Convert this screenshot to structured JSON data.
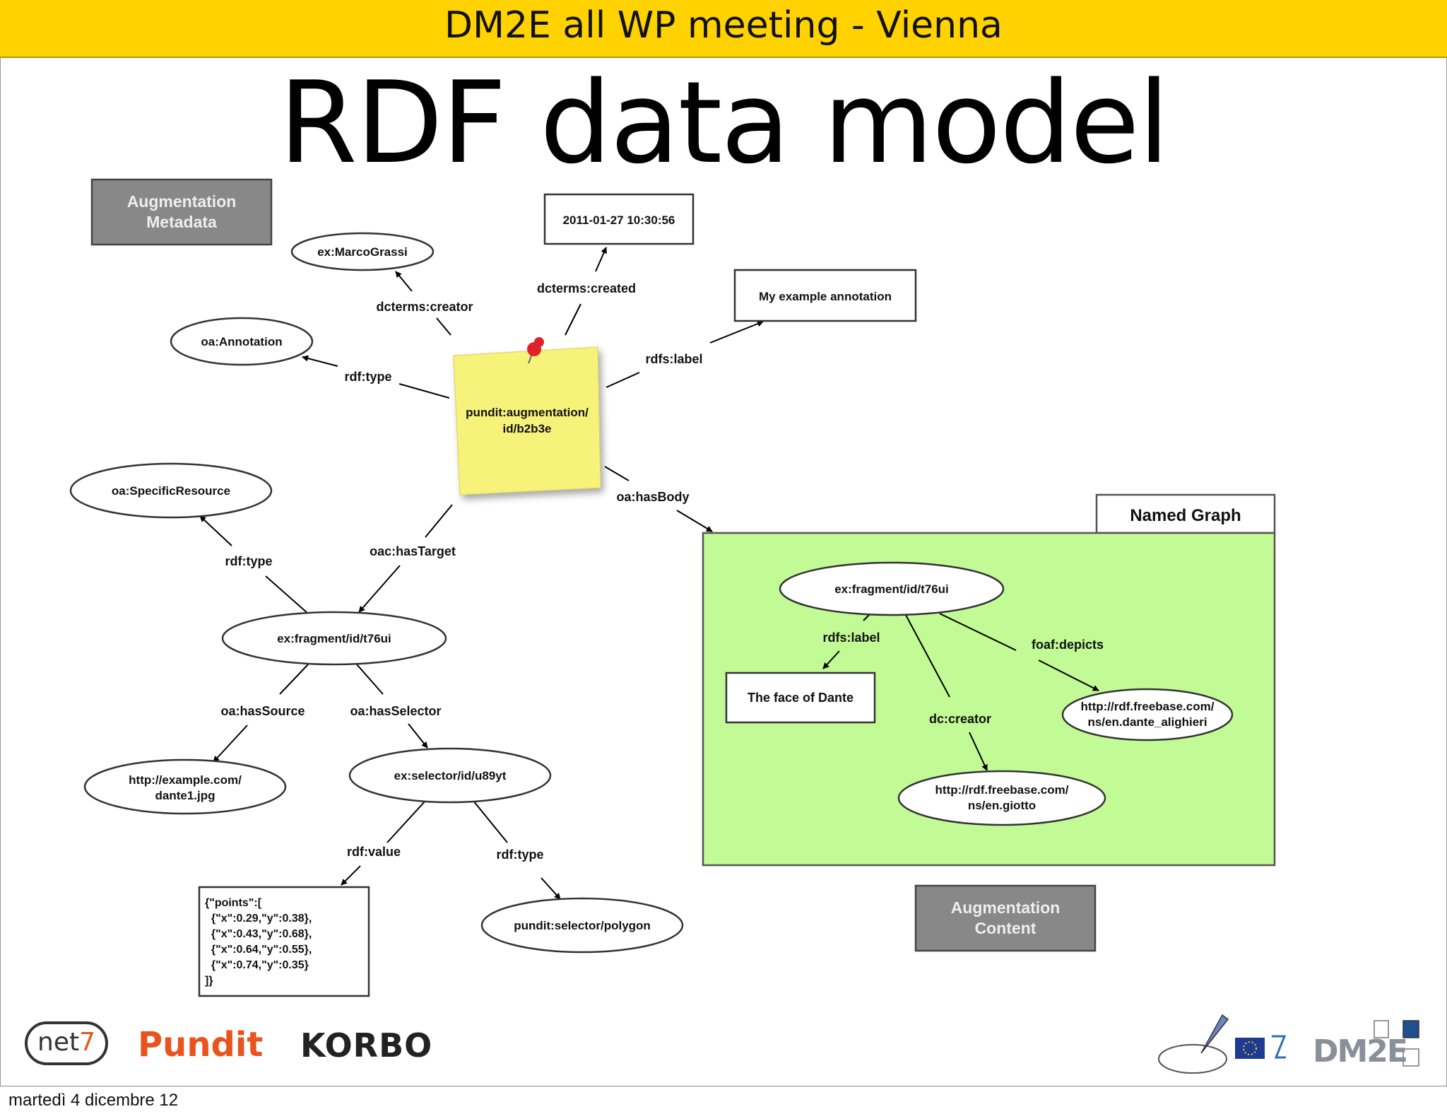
{
  "header": {
    "banner": "DM2E all WP meeting - Vienna",
    "title": "RDF data model"
  },
  "diagram": {
    "nodes": {
      "aug_meta": "Augmentation\nMetadata",
      "aug_content": "Augmentation\nContent",
      "named_graph": "Named Graph",
      "date": "2011-01-27 10:30:56",
      "creator": "ex:MarcoGrassi",
      "my_label": "My example annotation",
      "oa_annotation": "oa:Annotation",
      "sticky": "pundit:augmentation/\nid/b2b3e",
      "specific_resource": "oa:SpecificResource",
      "fragment_left": "ex:fragment/id/t76ui",
      "example_jpg": "http://example.com/\ndante1.jpg",
      "selector": "ex:selector/id/u89yt",
      "points": "{\"points\":[\n  {\"x\":0.29,\"y\":0.38},\n  {\"x\":0.43,\"y\":0.68},\n  {\"x\":0.64,\"y\":0.55},\n  {\"x\":0.74,\"y\":0.35}\n]}",
      "polygon": "pundit:selector/polygon",
      "fragment_right": "ex:fragment/id/t76ui",
      "face_of_dante": "The face of Dante",
      "dante_alighieri": "http://rdf.freebase.com/\nns/en.dante_alighieri",
      "giotto": "http://rdf.freebase.com/\nns/en.giotto"
    },
    "edges": {
      "dcterms_creator": "dcterms:creator",
      "dcterms_created": "dcterms:created",
      "rdfs_label_top": "rdfs:label",
      "rdf_type_top": "rdf:type",
      "oa_hasBody": "oa:hasBody",
      "oac_hasTarget": "oac:hasTarget",
      "rdf_type_mid": "rdf:type",
      "oa_hasSource": "oa:hasSource",
      "oa_hasSelector": "oa:hasSelector",
      "rdf_value": "rdf:value",
      "rdf_type_bottom": "rdf:type",
      "rdfs_label_graph": "rdfs:label",
      "foaf_depicts": "foaf:depicts",
      "dc_creator": "dc:creator"
    }
  },
  "footer": {
    "date": "martedì 4 dicembre 12",
    "logos": {
      "net7_prefix": "net",
      "net7_suffix": "7",
      "pundit": "Pundit",
      "korbo": "KORBO",
      "dm2e": "DM2E"
    }
  },
  "colors": {
    "banner": "#ffd200",
    "sticky_note": "#f7f27a",
    "named_graph_fill": "#c2fa96",
    "meta_box_fill": "#888888",
    "pin": "#e0202a"
  }
}
